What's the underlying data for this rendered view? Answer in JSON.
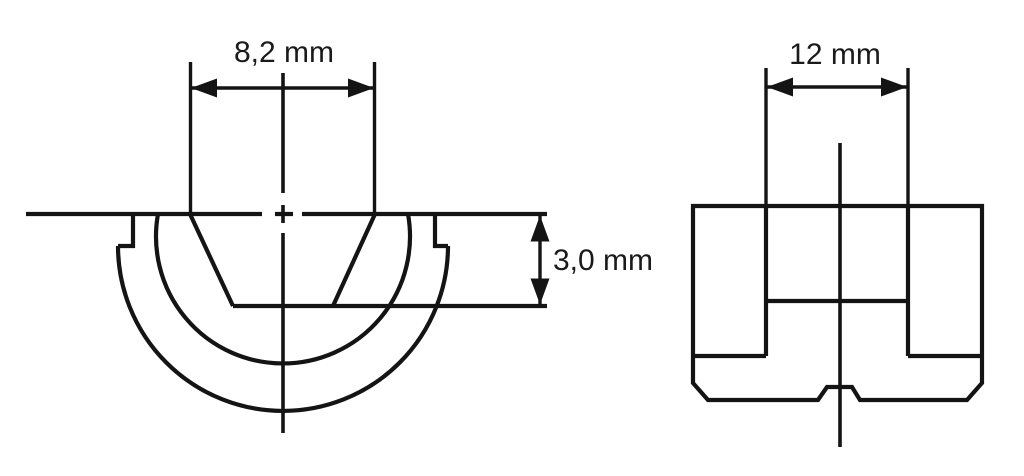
{
  "colors": {
    "line": "#141414",
    "text": "#1a1a1a",
    "background": "#ffffff"
  },
  "section_view": {
    "width_dim": "8,2 mm",
    "depth_dim": "3,0 mm"
  },
  "front_view": {
    "width_dim": "12 mm"
  }
}
